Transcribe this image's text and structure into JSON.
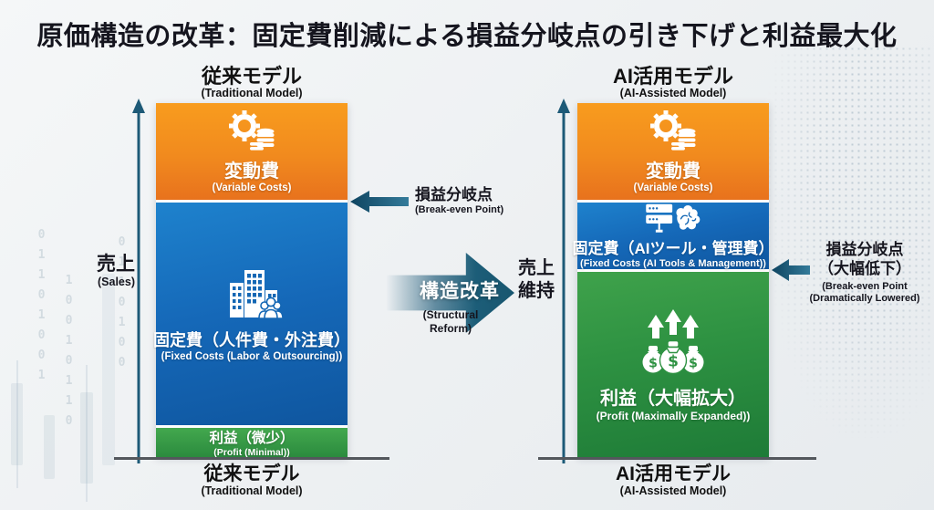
{
  "title": "原価構造の改革：固定費削減による損益分岐点の引き下げと利益最大化",
  "colors": {
    "variable_costs": "#f18a1e",
    "fixed_costs": "#1568b8",
    "profit": "#2e9242",
    "arrow_teal": "#1c5d78",
    "text_dark": "#15151e"
  },
  "left": {
    "header_jp": "従来モデル",
    "header_en": "(Traditional Model)",
    "axis_jp": "売上",
    "axis_en": "(Sales)",
    "footer_jp": "従来モデル",
    "footer_en": "(Traditional Model)",
    "segments": [
      {
        "jp": "変動費",
        "en": "(Variable Costs)",
        "icon": "gear-coins-icon",
        "share_of_height": 0.27
      },
      {
        "jp": "固定費（人件費・外注費）",
        "en": "(Fixed Costs (Labor & Outsourcing))",
        "icon": "building-people-icon",
        "share_of_height": 0.63
      },
      {
        "jp": "利益（微少）",
        "en": "(Profit (Minimal))",
        "icon": null,
        "share_of_height": 0.08
      }
    ],
    "breakeven_jp": "損益分岐点",
    "breakeven_en": "(Break-even Point)"
  },
  "center": {
    "reform_jp": "構造改革",
    "reform_en1": "(Structural",
    "reform_en2": "Reform)",
    "sales_jp1": "売上",
    "sales_jp2": "維持"
  },
  "right": {
    "header_jp": "AI活用モデル",
    "header_en": "(AI-Assisted Model)",
    "footer_jp": "AI活用モデル",
    "footer_en": "(AI-Assisted Model)",
    "segments": [
      {
        "jp": "変動費",
        "en": "(Variable Costs)",
        "icon": "gear-coins-icon",
        "share_of_height": 0.27
      },
      {
        "jp": "固定費（AIツール・管理費）",
        "en": "(Fixed Costs (AI Tools & Management))",
        "icon": "server-brain-icon",
        "share_of_height": 0.19
      },
      {
        "jp": "利益（大幅拡大）",
        "en": "(Profit (Maximally Expanded))",
        "icon": "money-bags-icon",
        "share_of_height": 0.52
      }
    ],
    "breakeven_jp1": "損益分岐点",
    "breakeven_jp2": "（大幅低下）",
    "breakeven_en1": "(Break-even Point",
    "breakeven_en2": "(Dramatically Lowered)"
  },
  "decor": {
    "binary": [
      "01101001",
      "10010110",
      "0110100",
      "101001",
      "010011"
    ]
  }
}
